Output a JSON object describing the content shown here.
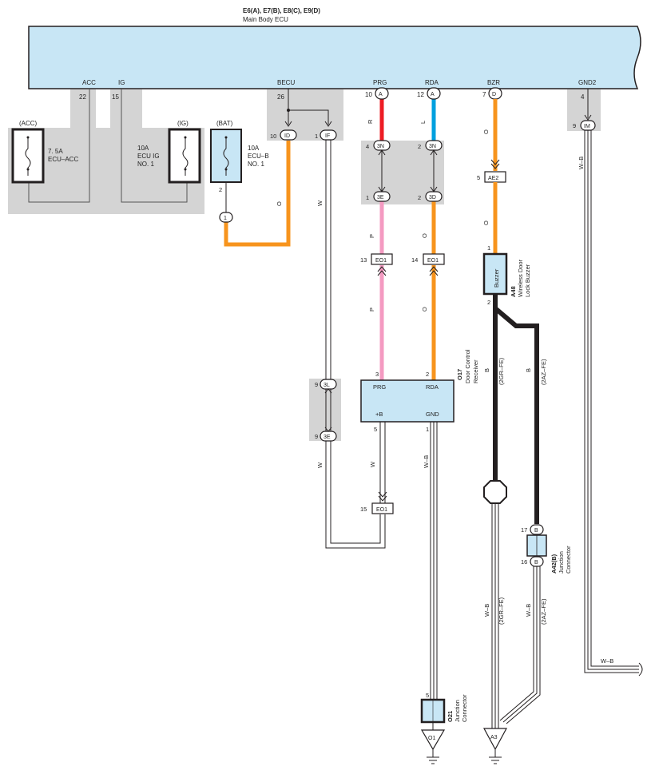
{
  "ecu": {
    "connectors": "E6(A), E7(B), E8(C), E9(D)",
    "name": "Main Body ECU",
    "pins": {
      "acc": "ACC",
      "ig": "IG",
      "becu": "BECU",
      "prg": "PRG",
      "rda": "RDA",
      "bzr": "BZR",
      "gnd2": "GND2"
    },
    "pin_numbers": {
      "acc": "22",
      "ig": "15",
      "becu": "26",
      "prg": "10",
      "rda": "12",
      "bzr": "7",
      "gnd2": "4"
    },
    "pin_letters": {
      "prg": "A",
      "rda": "A",
      "bzr": "D"
    }
  },
  "fuses": {
    "acc": {
      "tag": "(ACC)",
      "rating": "7. 5A",
      "name": "ECU–ACC"
    },
    "ig": {
      "tag": "(IG)",
      "rating": "10A",
      "name1": "ECU IG",
      "name2": "NO. 1"
    },
    "bat": {
      "tag": "(BAT)",
      "rating": "10A",
      "name1": "ECU–B",
      "name2": "NO. 1",
      "pin": "2",
      "splice": "1"
    }
  },
  "connectors": {
    "id": {
      "pin": "10",
      "label": "ID"
    },
    "if": {
      "pin": "1",
      "label": "IF"
    },
    "prg_3n": {
      "pin": "4",
      "label": "3N"
    },
    "rda_3n": {
      "pin": "2",
      "label": "3N"
    },
    "prg_3e": {
      "pin": "1",
      "label": "3E"
    },
    "rda_3d": {
      "pin": "2",
      "label": "3D"
    },
    "prg_eo1": {
      "pin": "13",
      "label": "EO1"
    },
    "rda_eo1": {
      "pin": "14",
      "label": "EO1"
    },
    "ae2": {
      "pin": "5",
      "label": "AE2"
    },
    "im": {
      "pin": "9",
      "label": "IM"
    },
    "w_3l": {
      "pin": "9",
      "label": "3L"
    },
    "w_3e": {
      "pin": "9",
      "label": "3E"
    },
    "eo1_15": {
      "pin": "15",
      "label": "EO1"
    },
    "a42_17": {
      "pin": "17",
      "label": "B"
    },
    "a42_16": {
      "pin": "16",
      "label": "B"
    }
  },
  "wires": {
    "o": "O",
    "w": "W",
    "r": "R",
    "l": "L",
    "p": "P",
    "b": "B",
    "wb": "W–B"
  },
  "engines": {
    "gr": "(2GR–FE)",
    "az": "(2AZ–FE)"
  },
  "buzzer": {
    "label": "Buzzer",
    "code": "A48",
    "name1": "Wireless Door",
    "name2": "Lock Buzzer",
    "pin_top": "1",
    "pin_bottom": "2"
  },
  "receiver": {
    "code": "O17",
    "name1": "Door Control",
    "name2": "Receiver",
    "prg": "PRG",
    "rda": "RDA",
    "plus_b": "+B",
    "gnd": "GND",
    "pin_prg": "3",
    "pin_rda": "2",
    "pin_b": "5",
    "pin_gnd": "1"
  },
  "junction_o21": {
    "code": "O21",
    "name1": "Junction",
    "name2": "Connector",
    "pin": "5"
  },
  "junction_a42": {
    "code": "A42(B)",
    "name1": "Junction",
    "name2": "Connector"
  },
  "grounds": {
    "o1": "O1",
    "a3": "A3"
  },
  "colors": {
    "orange": "#f7941d",
    "red": "#ed1c24",
    "blue": "#00a0df",
    "pink": "#f49ac1",
    "black": "#231f20",
    "ecu_fill": "#c8e6f5",
    "gray": "#d4d4d4"
  }
}
